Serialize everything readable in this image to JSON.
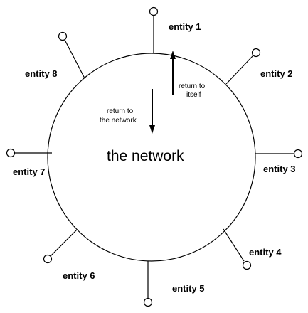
{
  "diagram": {
    "center_label": "the network",
    "return_network": [
      "return to",
      "the network"
    ],
    "return_itself": [
      "return to",
      "itself"
    ],
    "entities": [
      {
        "label": "entity 1"
      },
      {
        "label": "entity 2"
      },
      {
        "label": "entity 3"
      },
      {
        "label": "entity 4"
      },
      {
        "label": "entity 5"
      },
      {
        "label": "entity 6"
      },
      {
        "label": "entity 7"
      },
      {
        "label": "entity 8"
      }
    ],
    "colors": {
      "stroke": "#000000",
      "background": "#ffffff"
    }
  }
}
